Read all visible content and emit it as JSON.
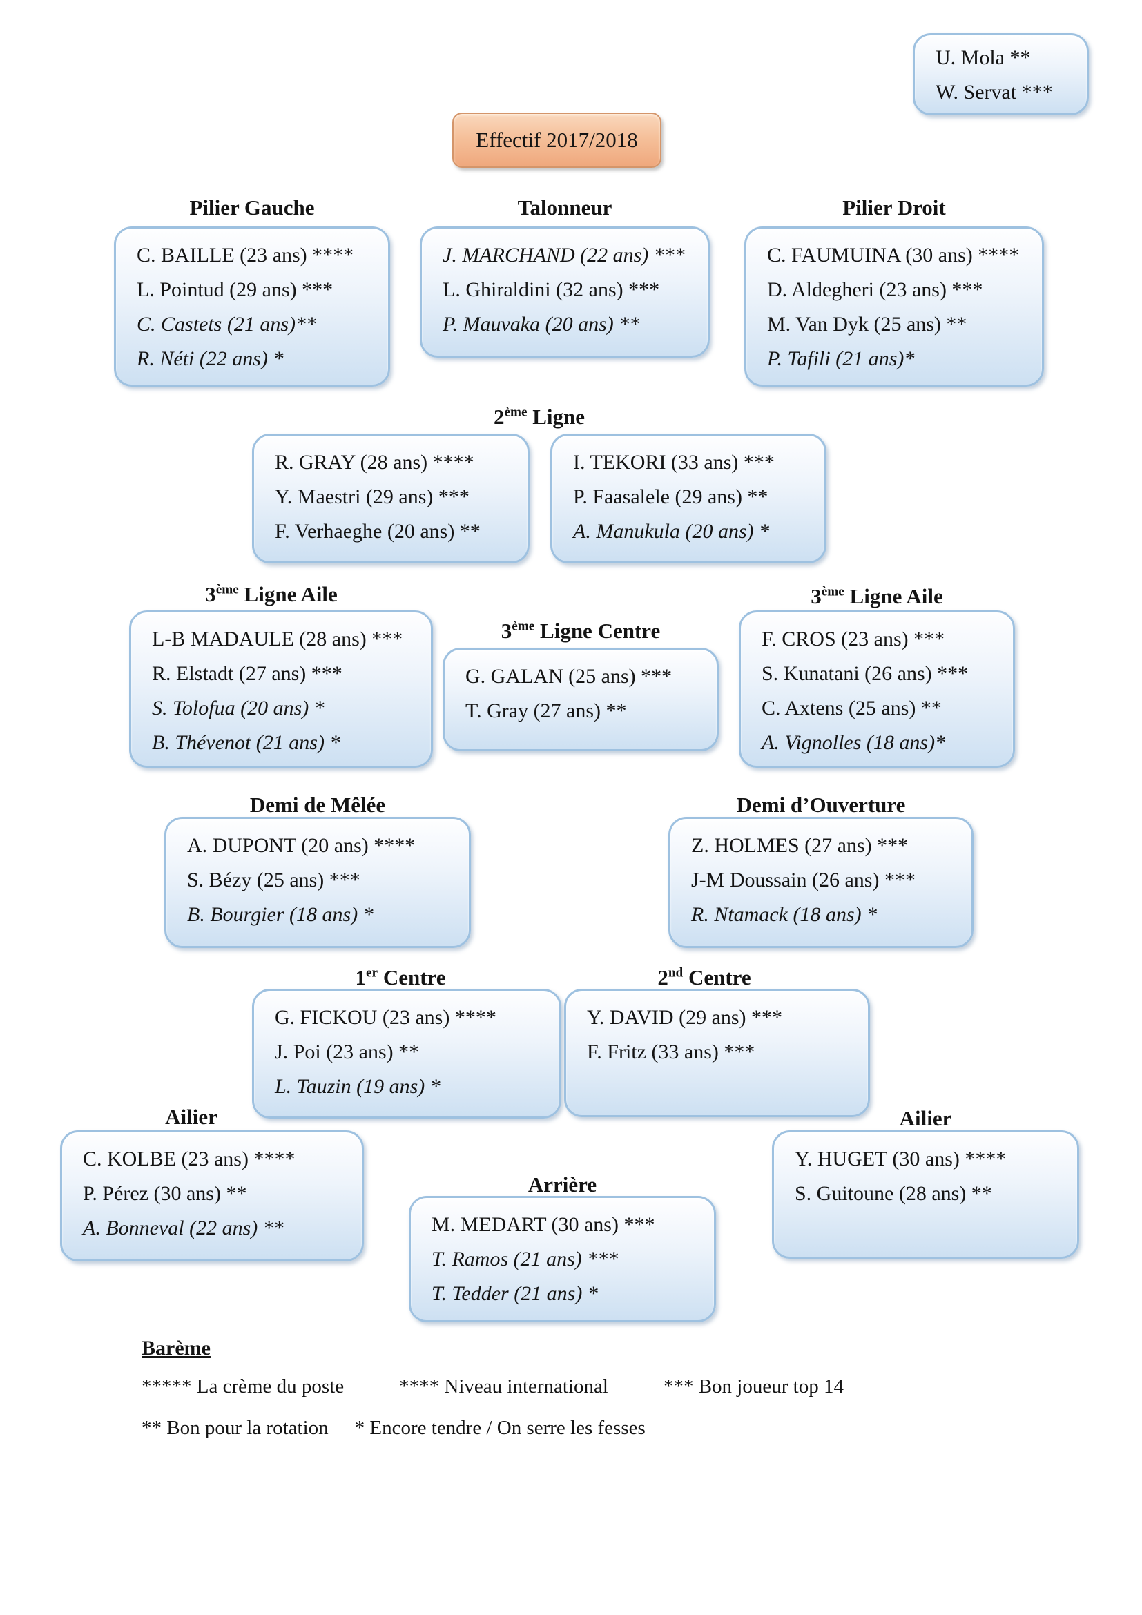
{
  "title": "Effectif 2017/2018",
  "colors": {
    "box_border": "#9ec1e0",
    "box_fill_top": "#fefeff",
    "box_fill_bottom": "#cde0f2",
    "title_border": "#d4956a",
    "title_fill_top": "#fad8bd",
    "title_fill_bottom": "#efa87d",
    "text": "#141414"
  },
  "extra_box": {
    "players": [
      {
        "text": "U. Mola **",
        "italic": false
      },
      {
        "text": "W. Servat ***",
        "italic": false
      }
    ]
  },
  "positions": {
    "pilier_gauche": {
      "label": "Pilier Gauche",
      "players": [
        {
          "text": "C. BAILLE (23 ans) ****",
          "italic": false
        },
        {
          "text": "L. Pointud (29 ans) ***",
          "italic": false
        },
        {
          "text": "C. Castets (21 ans)**",
          "italic": true
        },
        {
          "text": "R. Néti (22 ans) *",
          "italic": true
        }
      ]
    },
    "talonneur": {
      "label": "Talonneur",
      "players": [
        {
          "text": "J. MARCHAND (22 ans) ***",
          "italic": true
        },
        {
          "text": "L. Ghiraldini (32 ans) ***",
          "italic": false
        },
        {
          "text": "P. Mauvaka (20 ans) **",
          "italic": true
        }
      ]
    },
    "pilier_droit": {
      "label": "Pilier Droit",
      "players": [
        {
          "text": "C. FAUMUINA (30 ans) ****",
          "italic": false
        },
        {
          "text": "D. Aldegheri (23 ans) ***",
          "italic": false
        },
        {
          "text": "M. Van Dyk (25 ans) **",
          "italic": false
        },
        {
          "text": "P. Tafili (21 ans)*",
          "italic": true
        }
      ]
    },
    "ligne2": {
      "heading": {
        "pre": "2",
        "sup": "ème",
        "post": " Ligne"
      },
      "left_players": [
        {
          "text": "R. GRAY (28 ans) ****",
          "italic": false
        },
        {
          "text": "Y. Maestri (29 ans) ***",
          "italic": false
        },
        {
          "text": "F. Verhaeghe (20 ans) **",
          "italic": false
        }
      ],
      "right_players": [
        {
          "text": "I. TEKORI (33 ans) ***",
          "italic": false
        },
        {
          "text": "P. Faasalele (29 ans) **",
          "italic": false
        },
        {
          "text": "A. Manukula (20 ans) *",
          "italic": true
        }
      ]
    },
    "ligne3_aile_g": {
      "heading": {
        "pre": "3",
        "sup": "ème",
        "post": " Ligne Aile"
      },
      "players": [
        {
          "text": "L-B MADAULE (28 ans) ***",
          "italic": false
        },
        {
          "text": "R. Elstadt (27 ans) ***",
          "italic": false
        },
        {
          "text": "S. Tolofua (20 ans) *",
          "italic": true
        },
        {
          "text": "B. Thévenot (21 ans) *",
          "italic": true
        }
      ]
    },
    "ligne3_centre": {
      "heading": {
        "pre": "3",
        "sup": "ème",
        "post": " Ligne Centre"
      },
      "players": [
        {
          "text": "G. GALAN (25 ans) ***",
          "italic": false
        },
        {
          "text": "T. Gray (27 ans) **",
          "italic": false
        }
      ]
    },
    "ligne3_aile_d": {
      "heading": {
        "pre": "3",
        "sup": "ème",
        "post": " Ligne Aile"
      },
      "players": [
        {
          "text": "F. CROS (23 ans) ***",
          "italic": false
        },
        {
          "text": "S. Kunatani (26 ans) ***",
          "italic": false
        },
        {
          "text": "C. Axtens (25 ans) **",
          "italic": false
        },
        {
          "text": "A. Vignolles (18 ans)*",
          "italic": true
        }
      ]
    },
    "demi_melee": {
      "label": "Demi de Mêlée",
      "players": [
        {
          "text": "A. DUPONT (20 ans) ****",
          "italic": false
        },
        {
          "text": "S. Bézy (25 ans) ***",
          "italic": false
        },
        {
          "text": "B. Bourgier (18 ans) *",
          "italic": true
        }
      ]
    },
    "demi_ouverture": {
      "label": "Demi d’Ouverture",
      "players": [
        {
          "text": "Z. HOLMES (27 ans) ***",
          "italic": false
        },
        {
          "text": "J-M Doussain (26 ans) ***",
          "italic": false
        },
        {
          "text": "R. Ntamack (18 ans) *",
          "italic": true
        }
      ]
    },
    "centre1": {
      "heading": {
        "pre": "1",
        "sup": "er",
        "post": " Centre"
      },
      "players": [
        {
          "text": "G. FICKOU (23 ans) ****",
          "italic": false
        },
        {
          "text": "J. Poi (23 ans) **",
          "italic": false
        },
        {
          "text": "L. Tauzin (19 ans) *",
          "italic": true
        }
      ]
    },
    "centre2": {
      "heading": {
        "pre": "2",
        "sup": "nd",
        "post": " Centre"
      },
      "players": [
        {
          "text": "Y. DAVID (29 ans) ***",
          "italic": false
        },
        {
          "text": "F. Fritz (33 ans) ***",
          "italic": false
        }
      ]
    },
    "ailier_g": {
      "label": "Ailier",
      "players": [
        {
          "text": "C. KOLBE (23 ans) ****",
          "italic": false
        },
        {
          "text": "P. Pérez (30 ans) **",
          "italic": false
        },
        {
          "text": "A. Bonneval (22 ans) **",
          "italic": true
        }
      ]
    },
    "arriere": {
      "label": "Arrière",
      "players": [
        {
          "text": "M. MEDART (30 ans) ***",
          "italic": false
        },
        {
          "text": "T. Ramos (21 ans) ***",
          "italic": true
        },
        {
          "text": "T. Tedder (21 ans) *",
          "italic": true
        }
      ]
    },
    "ailier_d": {
      "label": "Ailier",
      "players": [
        {
          "text": "Y. HUGET (30 ans) ****",
          "italic": false
        },
        {
          "text": "S. Guitoune (28 ans) **",
          "italic": false
        }
      ]
    }
  },
  "bareme": {
    "title": "Barème",
    "line1": [
      "***** La crème du poste",
      "**** Niveau international",
      "*** Bon joueur top 14"
    ],
    "line2": [
      "** Bon pour la rotation",
      "* Encore tendre / On serre les fesses"
    ]
  }
}
